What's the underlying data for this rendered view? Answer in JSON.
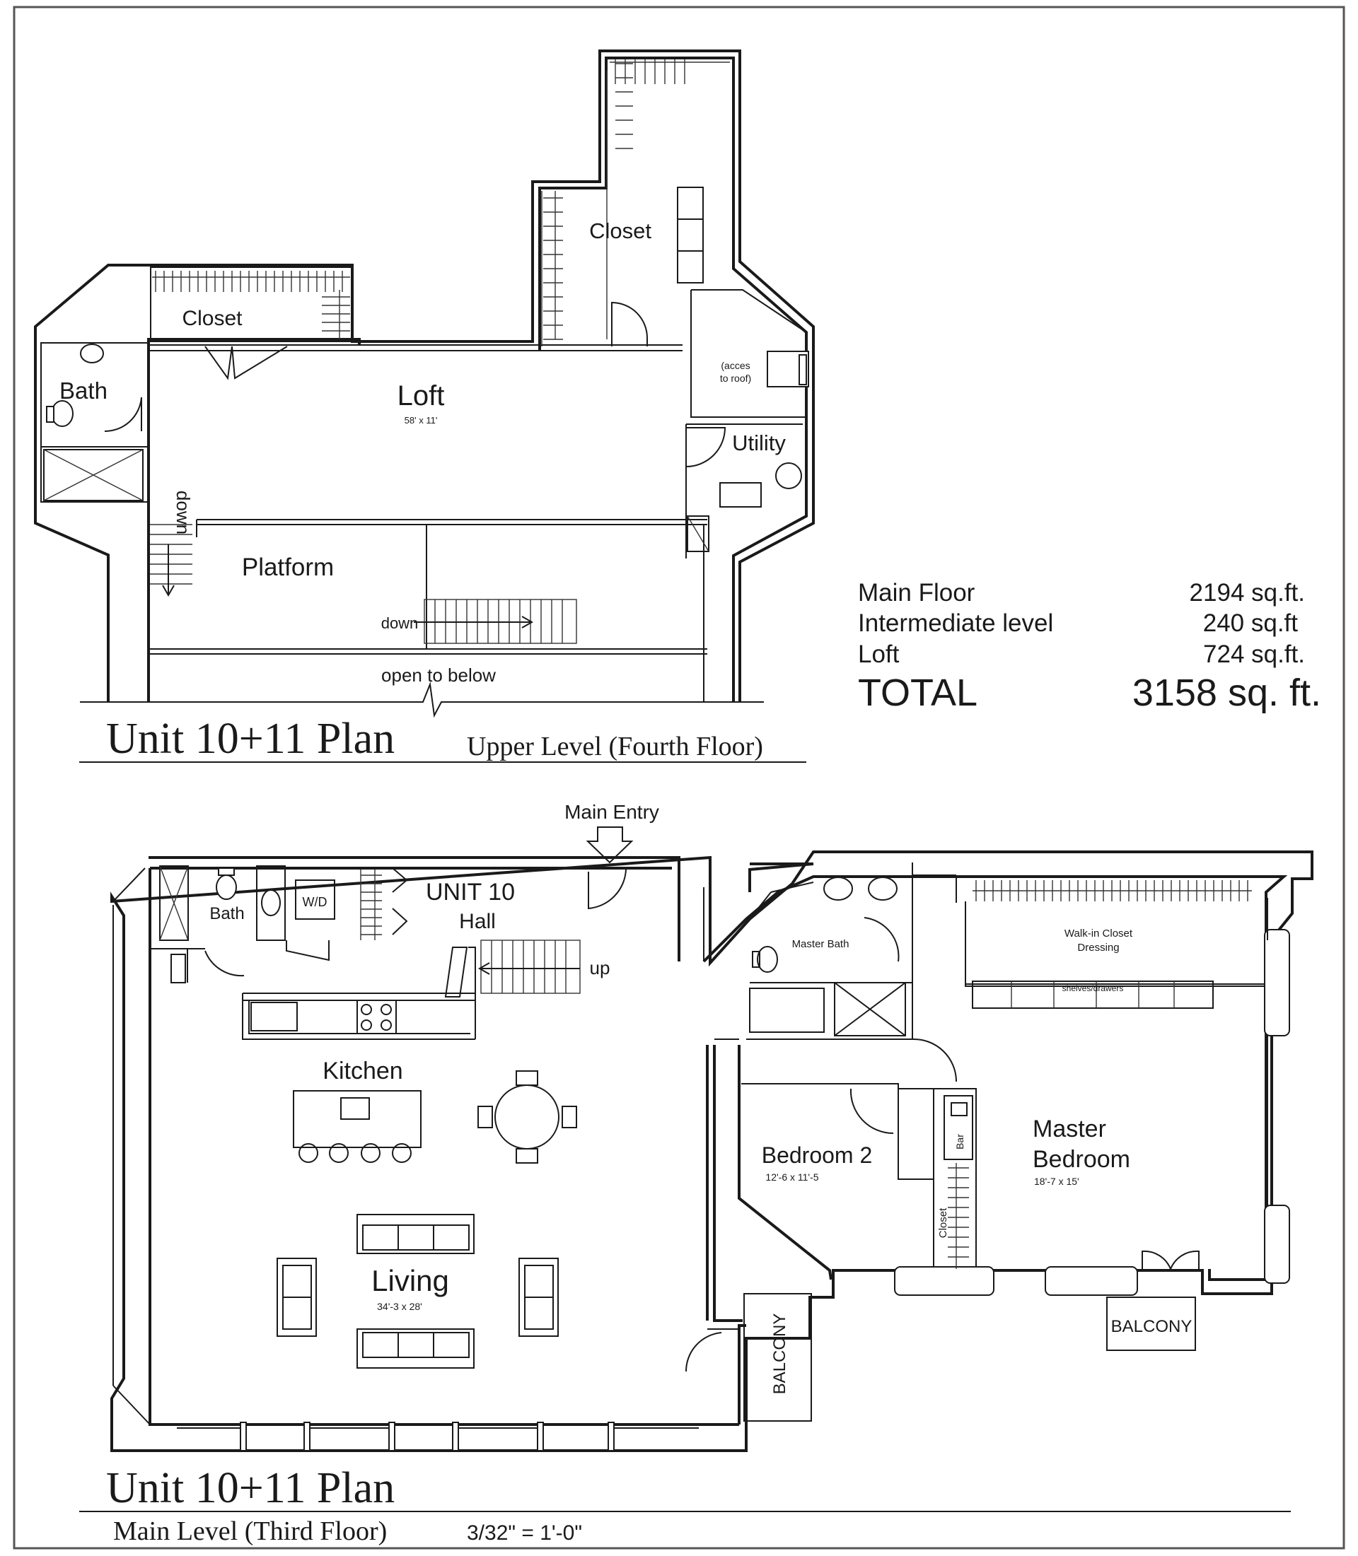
{
  "upper_plan": {
    "rooms": {
      "closet_left": "Closet",
      "closet_right": "Closet",
      "bath": "Bath",
      "loft": "Loft",
      "loft_dim": "58' x 11'",
      "utility": "Utility",
      "roof_access_1": "(acces",
      "roof_access_2": "to roof)",
      "platform": "Platform",
      "down_vertical": "down",
      "down_horizontal": "down",
      "open_below": "open to below"
    },
    "title_main": "Unit 10+11 Plan",
    "title_sub": "Upper Level (Fourth Floor)"
  },
  "area_summary": {
    "rows": [
      {
        "label": "Main Floor",
        "value": "2194 sq.ft."
      },
      {
        "label": "Intermediate level",
        "value": "240 sq.ft"
      },
      {
        "label": "Loft",
        "value": "724 sq.ft."
      }
    ],
    "total_label": "TOTAL",
    "total_value": "3158 sq. ft."
  },
  "main_plan": {
    "rooms": {
      "main_entry": "Main Entry",
      "unit_label": "UNIT 10",
      "hall": "Hall",
      "bath": "Bath",
      "wd": "W/D",
      "up": "up",
      "kitchen": "Kitchen",
      "living": "Living",
      "living_dim": "34'-3 x 28'",
      "master_bath": "Master Bath",
      "walkin_1": "Walk-in Closet",
      "walkin_2": "Dressing",
      "shelves": "shelves/drawers",
      "bedroom2": "Bedroom 2",
      "bedroom2_dim": "12'-6 x 11'-5",
      "master_1": "Master",
      "master_2": "Bedroom",
      "master_dim": "18'-7 x 15'",
      "closet_small": "Closet",
      "bar": "Bar",
      "balcony_left": "BALCONY",
      "balcony_right": "BALCONY"
    },
    "title_main": "Unit 10+11 Plan",
    "title_sub": "Main Level (Third Floor)",
    "scale": "3/32\" = 1'-0\""
  }
}
